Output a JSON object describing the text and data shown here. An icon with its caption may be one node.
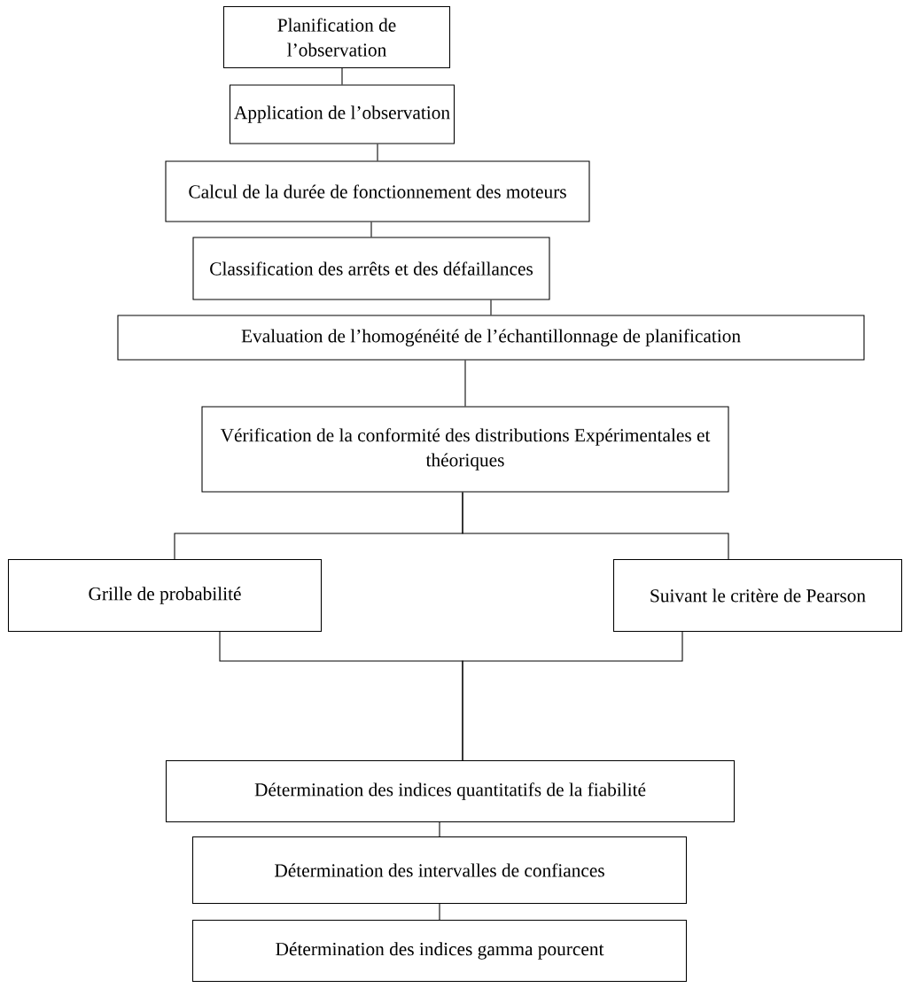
{
  "diagram": {
    "nodes": [
      {
        "text": [
          "Planification de l’observation"
        ]
      },
      {
        "text": [
          "Application de l’observation"
        ]
      },
      {
        "text": [
          "Calcul de la durée de fonctionnement des moteurs"
        ]
      },
      {
        "text": [
          "Classification des arrêts et des défaillances"
        ]
      },
      {
        "text": [
          "Evaluation de l’homogénéité de l’échantillonnage de planification"
        ]
      },
      {
        "text": [
          "Vérification de la conformité des distributions Expérimentales et théoriques"
        ]
      },
      {
        "text": [
          "Grille de probabilité"
        ]
      },
      {
        "text": [
          "Suivant le critère de Pearson"
        ]
      },
      {
        "text": [
          "Détermination des indices quantitatifs de la fiabilité"
        ]
      },
      {
        "text": [
          "Détermination des intervalles de confiances"
        ]
      },
      {
        "text": [
          "Détermination des indices gamma pourcent"
        ]
      }
    ],
    "edges": [
      {
        "from": 0,
        "to": 1,
        "arrow": "none"
      },
      {
        "from": 1,
        "to": 2,
        "arrow": "none"
      },
      {
        "from": 2,
        "to": 3,
        "arrow": "none"
      },
      {
        "from": 3,
        "to": 4,
        "arrow": "none"
      },
      {
        "from": 4,
        "to": 5,
        "arrow": "none"
      },
      {
        "from": 5,
        "to": 6,
        "arrow": "none"
      },
      {
        "from": 5,
        "to": 7,
        "arrow": "none"
      },
      {
        "from": 6,
        "to": 8,
        "arrow": "none"
      },
      {
        "from": 7,
        "to": 8,
        "arrow": "none"
      },
      {
        "from": 8,
        "to": 9,
        "arrow": "none"
      },
      {
        "from": 9,
        "to": 10,
        "arrow": "none"
      }
    ]
  }
}
